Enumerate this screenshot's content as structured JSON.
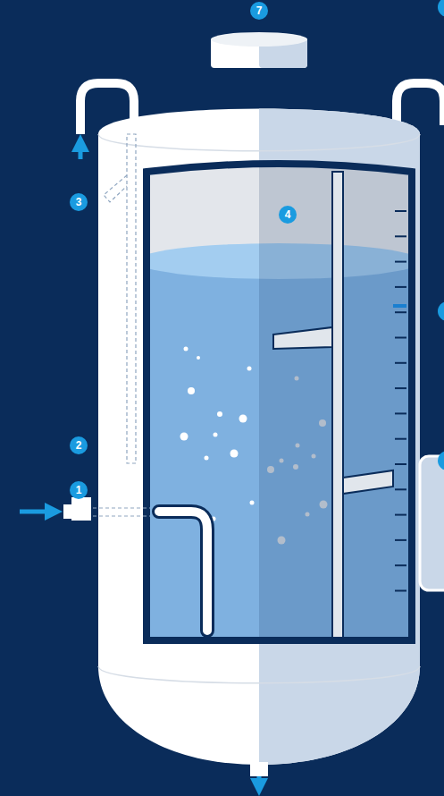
{
  "diagram": {
    "labels": [
      "7",
      "3",
      "4",
      "2",
      "1"
    ]
  }
}
